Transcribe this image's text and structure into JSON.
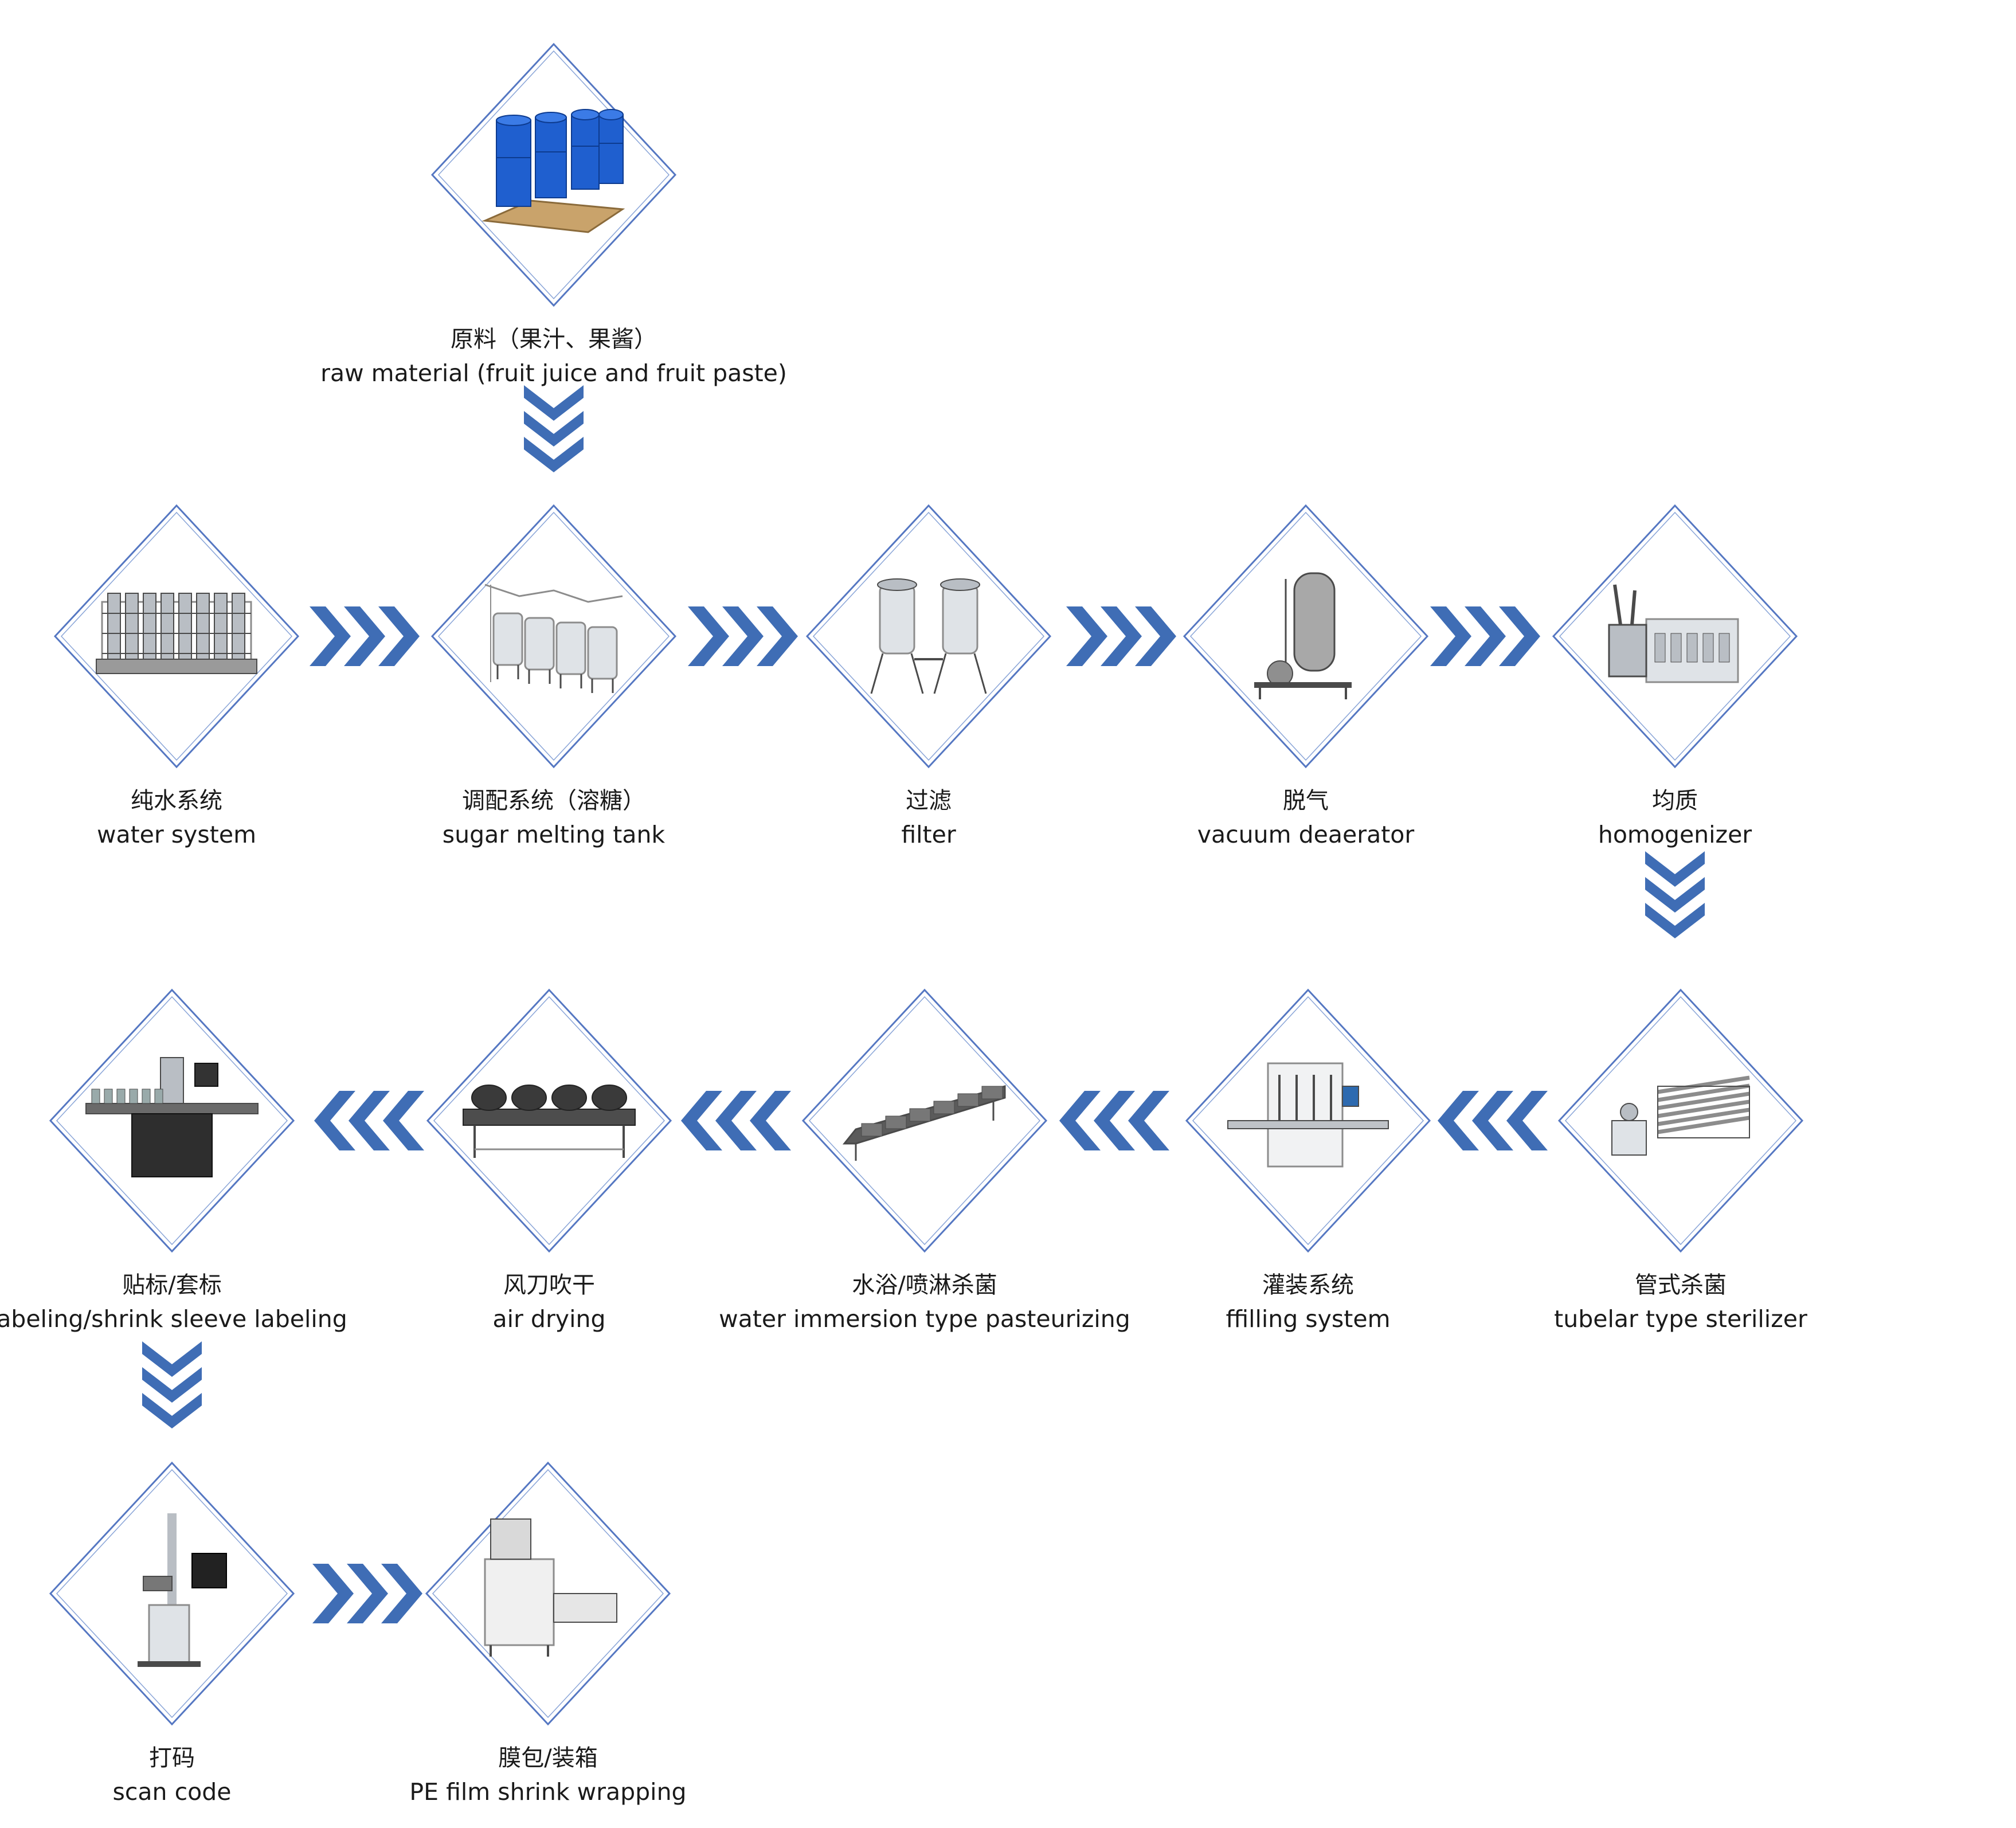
{
  "colors": {
    "accent": "#3F6DB5",
    "diamond_outer": "#5577c2",
    "diamond_inner": "#8aa5d8",
    "text": "#1a1a1a"
  },
  "steps": [
    {
      "id": "raw-material",
      "cn": "原料（果汁、果酱）",
      "en": "raw material (fruit juice and fruit paste)",
      "icon": "blue-drums-icon"
    },
    {
      "id": "water-system",
      "cn": "纯水系统",
      "en": "water system",
      "icon": "water-treatment-icon"
    },
    {
      "id": "sugar-melting-tank",
      "cn": "调配系统（溶糖）",
      "en": "sugar melting tank",
      "icon": "mixing-tanks-icon"
    },
    {
      "id": "filter",
      "cn": "过滤",
      "en": "filter",
      "icon": "filter-housing-icon"
    },
    {
      "id": "vacuum-deaerator",
      "cn": "脱气",
      "en": "vacuum deaerator",
      "icon": "deaerator-tank-icon"
    },
    {
      "id": "homogenizer",
      "cn": "均质",
      "en": "homogenizer",
      "icon": "homogenizer-icon"
    },
    {
      "id": "tubular-sterilizer",
      "cn": "管式杀菌",
      "en": "tubelar type sterilizer",
      "icon": "tube-sterilizer-icon"
    },
    {
      "id": "filling-system",
      "cn": "灌装系统",
      "en": "ffilling system",
      "icon": "filling-machine-icon"
    },
    {
      "id": "pasteurizing",
      "cn": "水浴/喷淋杀菌",
      "en": "water immersion type pasteurizing",
      "icon": "pasteurizer-conveyor-icon"
    },
    {
      "id": "air-drying",
      "cn": "风刀吹干",
      "en": "air drying",
      "icon": "air-knife-dryer-icon"
    },
    {
      "id": "labeling",
      "cn": "贴标/套标",
      "en": "abeling/shrink sleeve labeling",
      "icon": "labeling-machine-icon"
    },
    {
      "id": "scan-code",
      "cn": "打码",
      "en": "scan code",
      "icon": "laser-coder-icon"
    },
    {
      "id": "shrink-wrapping",
      "cn": "膜包/装箱",
      "en": "PE film shrink wrapping",
      "icon": "shrink-wrapper-icon"
    }
  ]
}
